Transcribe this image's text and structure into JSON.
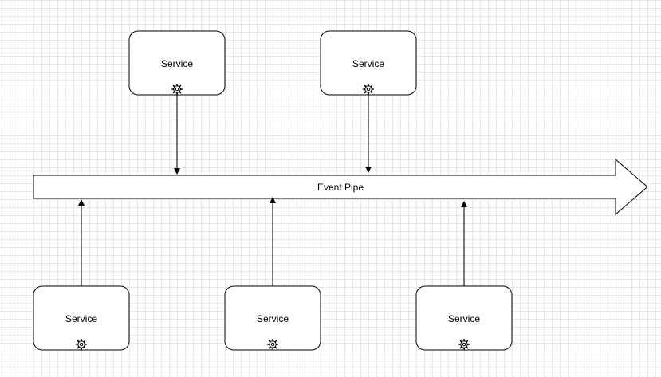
{
  "diagram": {
    "services": [
      {
        "label": "Service",
        "icon": "gear-icon"
      },
      {
        "label": "Service",
        "icon": "gear-icon"
      },
      {
        "label": "Service",
        "icon": "gear-icon"
      },
      {
        "label": "Service",
        "icon": "gear-icon"
      },
      {
        "label": "Service",
        "icon": "gear-icon"
      }
    ],
    "pipe": {
      "label": "Event Pipe"
    },
    "connections": [
      {
        "from": "services.0",
        "to": "pipe"
      },
      {
        "from": "services.1",
        "to": "pipe"
      },
      {
        "from": "services.2",
        "to": "pipe"
      },
      {
        "from": "services.3",
        "to": "pipe"
      },
      {
        "from": "services.4",
        "to": "pipe"
      }
    ],
    "colors": {
      "stroke": "#000000",
      "fill": "#ffffff",
      "grid": "#e6e6e6"
    }
  }
}
